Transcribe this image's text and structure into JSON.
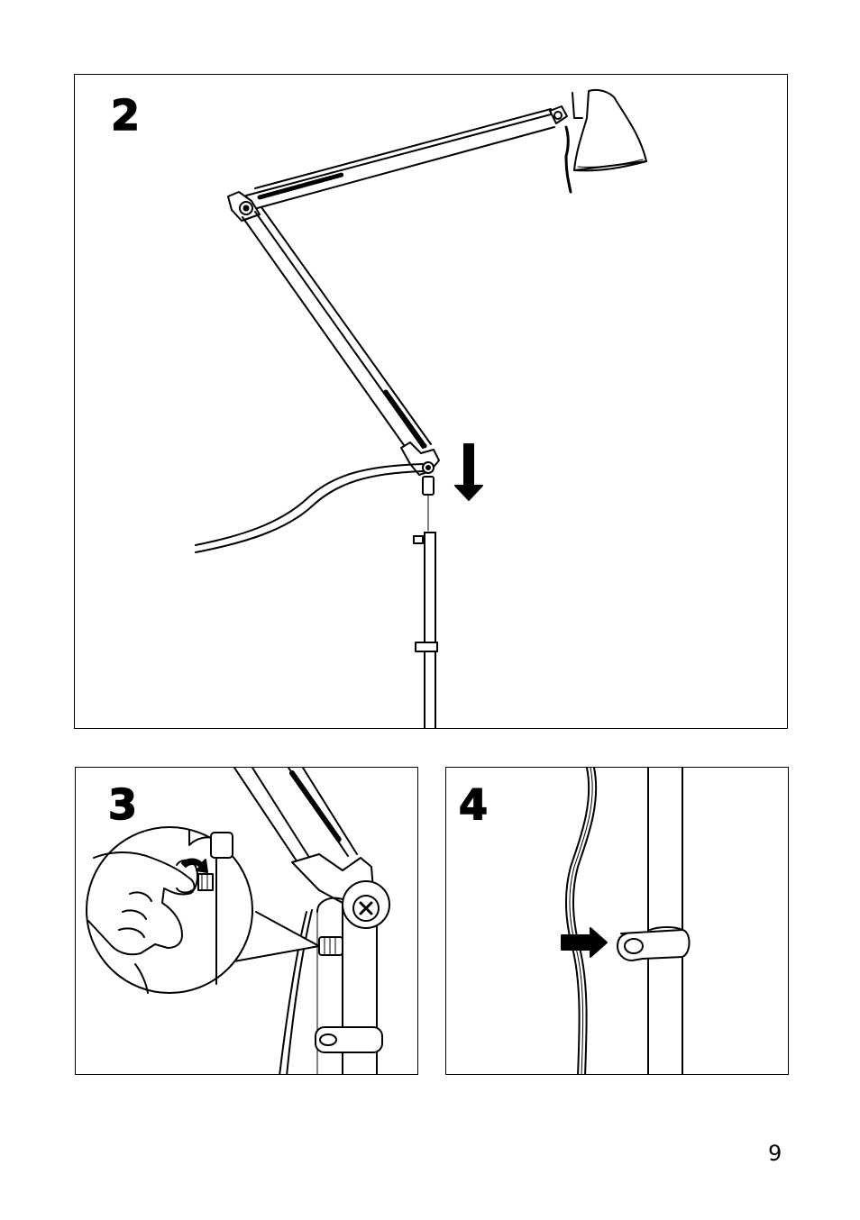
{
  "steps": [
    {
      "number": "2"
    },
    {
      "number": "3"
    },
    {
      "number": "4"
    }
  ],
  "footer": {
    "page_number": "9"
  }
}
